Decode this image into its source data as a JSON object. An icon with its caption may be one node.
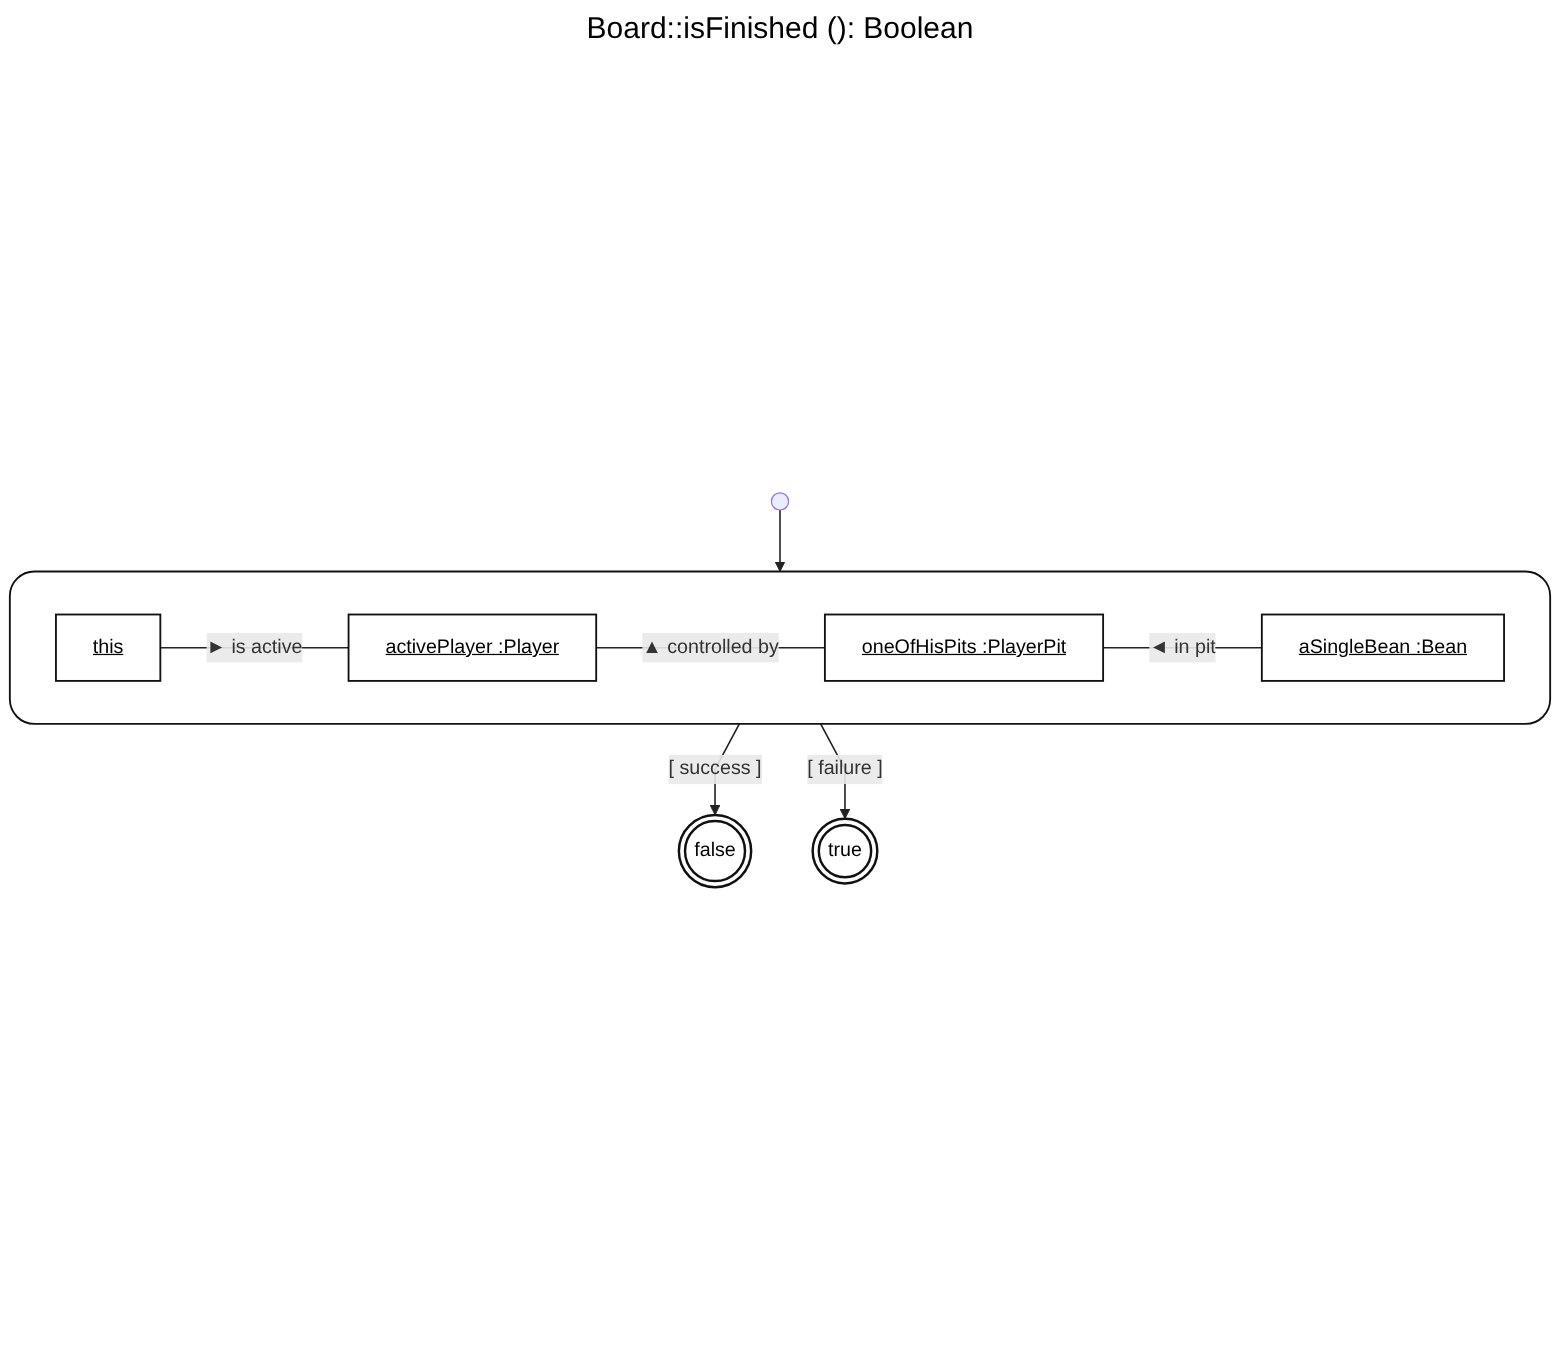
{
  "diagram": {
    "title": "Board::isFinished (): Boolean",
    "nodes": [
      {
        "text": [],
        "shape": "circle"
      },
      {
        "text": [],
        "shape": "box"
      },
      {
        "text": [
          "this"
        ],
        "in": 1
      },
      {
        "text": [
          "activePlayer :Player"
        ],
        "in": 1
      },
      {
        "text": [
          "aSingleBean :Bean"
        ],
        "in": 1
      },
      {
        "text": [
          "oneOfHisPits :PlayerPit"
        ],
        "in": 1
      },
      {
        "text": [
          "false"
        ]
      },
      {
        "text": [
          "true"
        ]
      }
    ],
    "edges": [
      {
        "from": 0,
        "to": 1,
        "arrow": "to"
      },
      {
        "from": 2,
        "to": 3,
        "arrow": "none",
        "label": "► is active"
      },
      {
        "from": 3,
        "to": 5,
        "arrow": "none",
        "label": "▲ controlled by"
      },
      {
        "from": 5,
        "to": 4,
        "arrow": "none",
        "label": "◄ in pit"
      },
      {
        "from": 1,
        "to": 6,
        "arrow": "to",
        "label": "[ success ]"
      },
      {
        "from": 1,
        "to": 7,
        "arrow": "to",
        "label": "[ failure ]"
      }
    ]
  }
}
